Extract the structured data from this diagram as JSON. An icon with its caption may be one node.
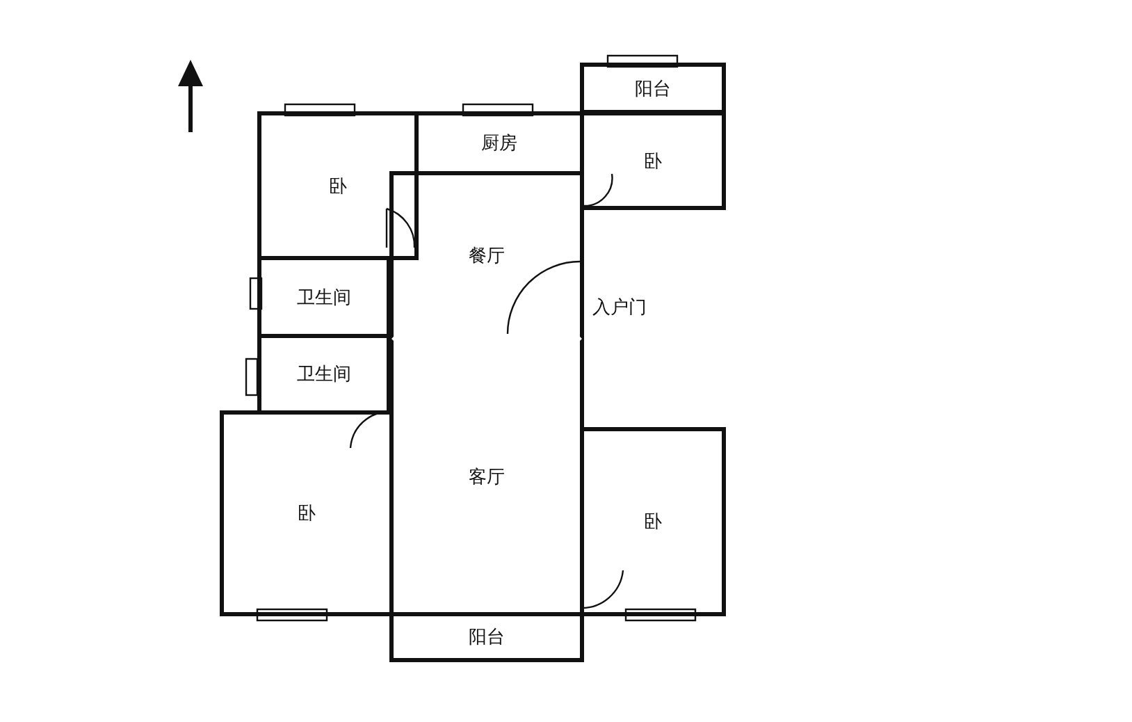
{
  "diagram": {
    "nodes": [
      {
        "text": [
          "阳台"
        ]
      },
      {
        "text": [
          "卧"
        ]
      },
      {
        "text": [
          "厨房"
        ]
      },
      {
        "text": [
          "卧"
        ]
      },
      {
        "text": [
          "餐厅"
        ]
      },
      {
        "text": [
          "卫生间"
        ]
      },
      {
        "text": [
          "卫生间"
        ]
      },
      {
        "text": [
          "卧"
        ]
      },
      {
        "text": [
          "客厅"
        ]
      },
      {
        "text": [
          "卧"
        ]
      },
      {
        "text": [
          "阳台"
        ]
      }
    ],
    "edges": [],
    "labels": [
      "入户门"
    ]
  }
}
